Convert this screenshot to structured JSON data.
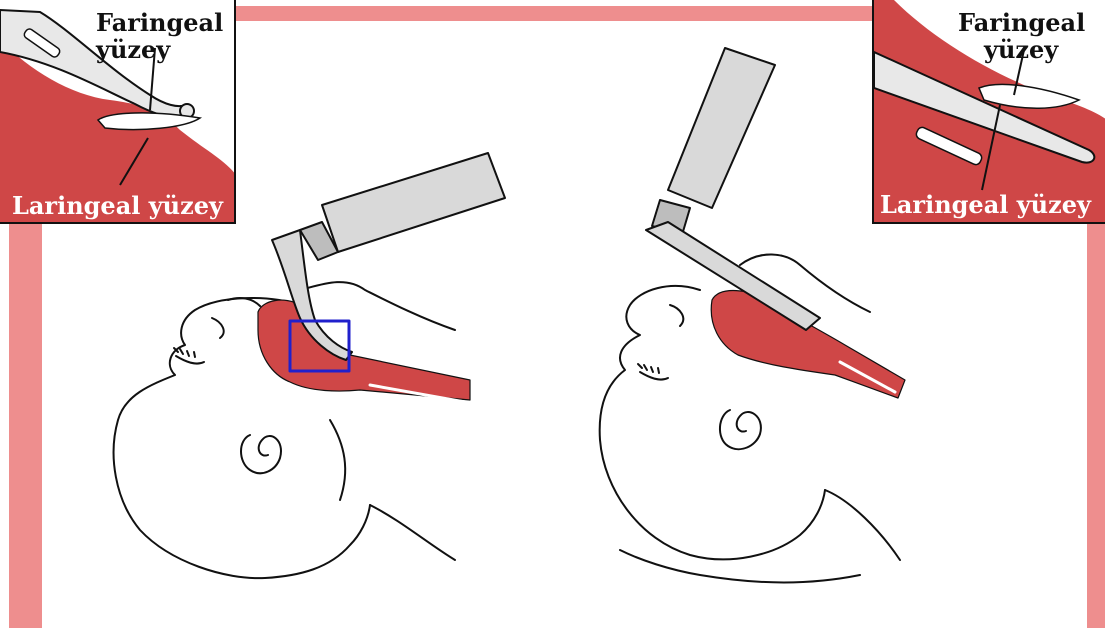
{
  "colors": {
    "tissue": "#cf4747",
    "frame": "#ee8e8e",
    "highlight_box": "#2020cc",
    "outline": "#111111"
  },
  "left_inset": {
    "top_label_line1": "Faringeal",
    "top_label_line2": "yüzey",
    "bottom_label": "Laringeal yüzey"
  },
  "right_inset": {
    "top_label_line1": "Faringeal",
    "top_label_line2": "yüzey",
    "bottom_label": "Laringeal yüzey"
  }
}
